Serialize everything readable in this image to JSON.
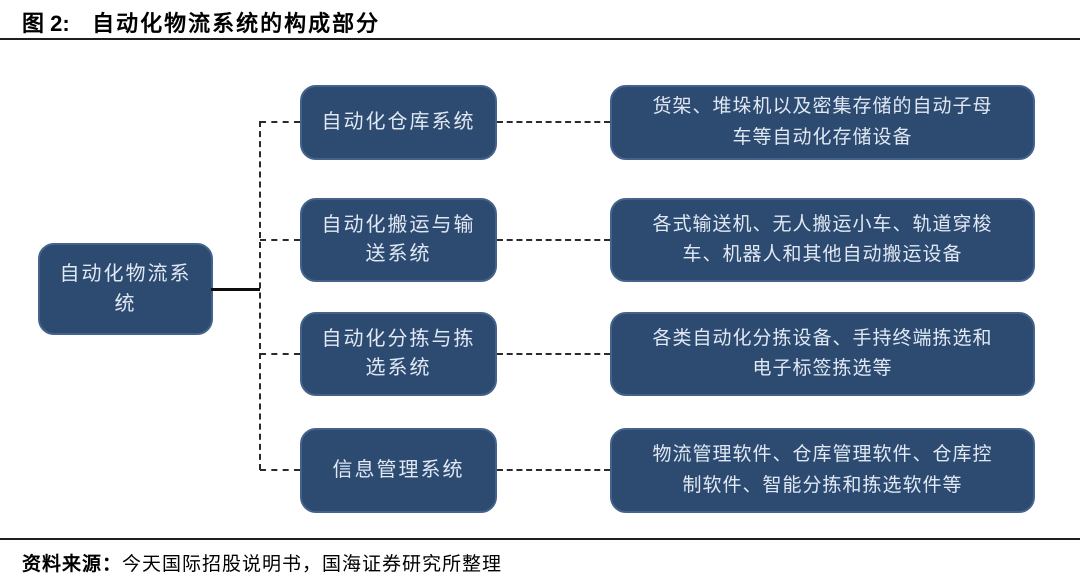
{
  "title": {
    "figure_label": "图 2:",
    "text": "自动化物流系统的构成部分"
  },
  "root": {
    "label": "自动化物流系统"
  },
  "rows": [
    {
      "node": "自动化仓库系统",
      "description": "货架、堆垛机以及密集存储的自动子母车等自动化存储设备"
    },
    {
      "node": "自动化搬运与输送系统",
      "description": "各式输送机、无人搬运小车、轨道穿梭车、机器人和其他自动搬运设备"
    },
    {
      "node": "自动化分拣与拣选系统",
      "description": "各类自动化分拣设备、手持终端拣选和电子标签拣选等"
    },
    {
      "node": "信息管理系统",
      "description": "物流管理软件、仓库管理软件、仓库控制软件、智能分拣和拣选软件等"
    }
  ],
  "footer": {
    "source_label": "资料来源：",
    "source_text": "今天国际招股说明书，国海证券研究所整理"
  },
  "colors": {
    "box_fill": "#2d4a70",
    "box_border": "#44638c",
    "box_text": "#dfe8f3",
    "connector": "#2a2a2a",
    "rule": "#1f1f1f"
  }
}
